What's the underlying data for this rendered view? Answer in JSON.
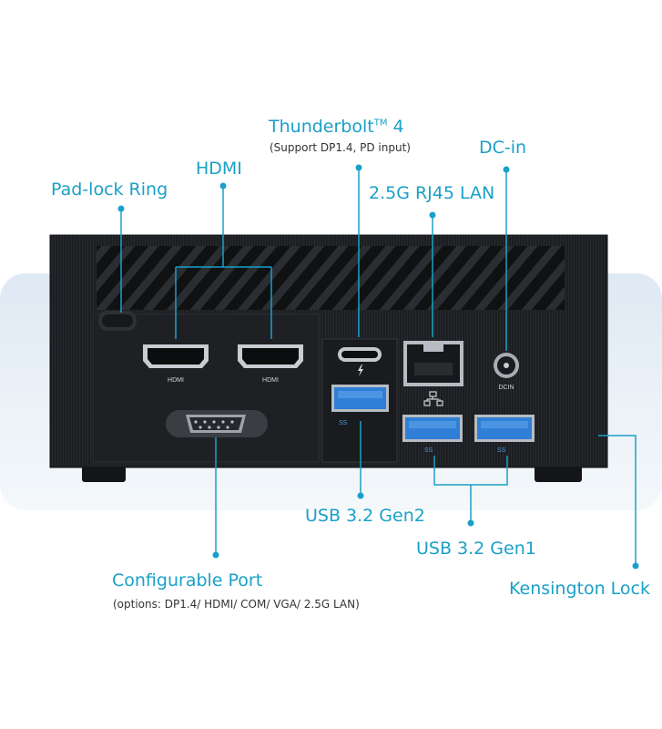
{
  "labels": {
    "padlock": "Pad-lock Ring",
    "hdmi": "HDMI",
    "thunderbolt": "Thunderbolt",
    "thunderbolt_tm": "TM",
    "thunderbolt_ver": " 4",
    "thunderbolt_note": "(Support DP1.4, PD input)",
    "dcin": "DC-in",
    "lan": "2.5G RJ45 LAN",
    "usb_gen2": "USB 3.2 Gen2",
    "usb_gen1": "USB 3.2 Gen1",
    "config_port": "Configurable Port",
    "config_note": "(options: DP1.4/ HDMI/ COM/ VGA/ 2.5G LAN)",
    "kensington": "Kensington Lock"
  },
  "port_marks": {
    "hdmi1": "HDMI",
    "hdmi2": "HDMI",
    "dcin": "DCIN",
    "ss_usb": "SS"
  },
  "colors": {
    "accent": "#1aa0c8",
    "chassis": "#1b1d20",
    "port_blue": "#2f7fd6"
  }
}
